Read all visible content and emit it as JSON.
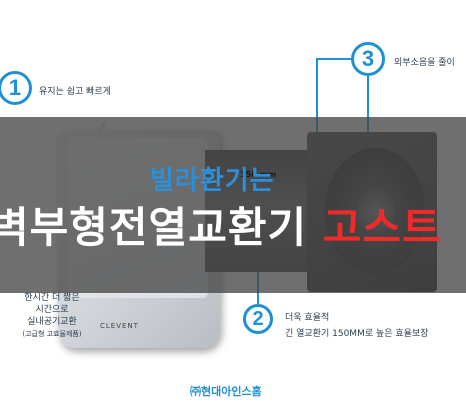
{
  "feature1": {
    "number": "1",
    "caption": "유지는 쉽고 빠르게"
  },
  "feature2": {
    "number": "2",
    "caption_line1": "더욱 효율적",
    "caption_line2": "긴 열교환기 150MM로 높은 효율보장"
  },
  "feature3": {
    "number": "3",
    "caption": "외부소음을 줄이"
  },
  "product": {
    "tube_label": "150 mm",
    "logo_text": "CLEVENT"
  },
  "banner": {
    "headline1": "빌라환기는",
    "headline2_main": "벽부형전열교환기 ",
    "headline2_highlight": "고스트"
  },
  "callout": {
    "line1": "한시간 더 짧은",
    "line2": "시간으로",
    "line3": "실내공기교환",
    "line4": "(고급형 고효율제품)"
  },
  "company": "㈜현대아인스홈",
  "colors": {
    "accent_blue": "#1f8fd6",
    "highlight_red": "#ee2b2b",
    "banner_grey": "#464646"
  }
}
